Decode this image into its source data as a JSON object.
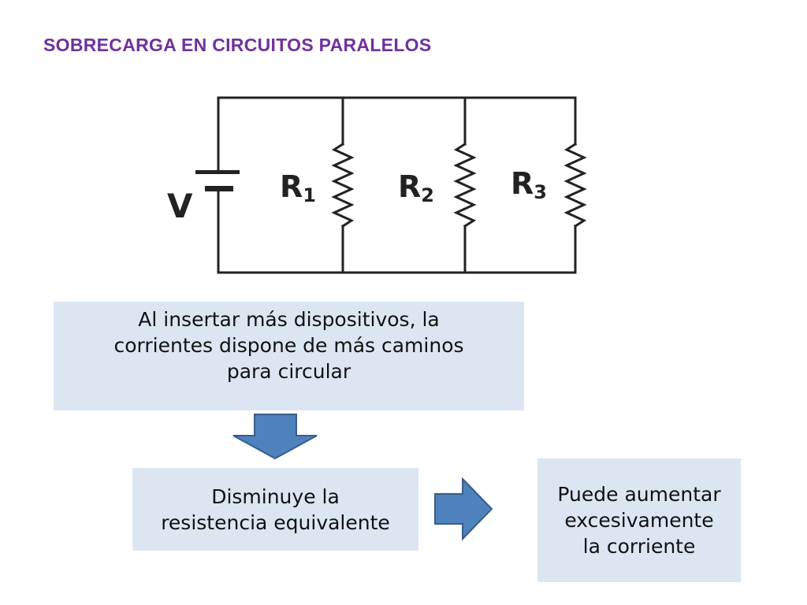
{
  "title": "SOBRECARGA EN CIRCUITOS PARALELOS",
  "circuit": {
    "source_label": "V",
    "resistors": [
      {
        "letter": "R",
        "sub": "1"
      },
      {
        "letter": "R",
        "sub": "2"
      },
      {
        "letter": "R",
        "sub": "3"
      }
    ]
  },
  "boxes": {
    "b1": "Al insertar más dispositivos, la\ncorrientes dispone de más caminos\npara circular",
    "b2": "Disminuye la\nresistencia equivalente",
    "b3": "Puede aumentar\nexcesivamente\nla corriente"
  },
  "colors": {
    "title": "#7030a0",
    "box_fill": "#dce6f2",
    "arrow_fill": "#4f81bd",
    "arrow_stroke": "#385d8a",
    "wire": "#222222"
  }
}
